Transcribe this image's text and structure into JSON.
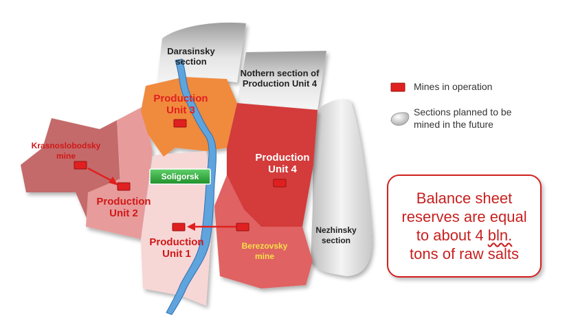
{
  "colors": {
    "mine_marker": "#e02020",
    "unit3": "#f08a3e",
    "unit4": "#d43a3a",
    "berezovsky": "#e06060",
    "unit1": "#f5d0d0",
    "unit2": "#e89a9a",
    "krasnoslobodsky": "#c06060",
    "future_section": "#d0d0d0",
    "soligorsk_label": "#2eab3a",
    "river": "#5fa4dc",
    "callout_border": "#d21f1f"
  },
  "map": {
    "regions": {
      "darasinsky": "Darasinsky\nsection",
      "northern": "Nothern section of\nProduction Unit 4",
      "unit3": "Production\nUnit 3",
      "unit4": "Production\nUnit 4",
      "unit2": "Production\nUnit 2",
      "unit1": "Production\nUnit 1",
      "krasnoslobodsky": "Krasnoslobodsky\nmine",
      "berezovsky": "Berezovsky\nmine",
      "nezhinsky": "Nezhinsky\nsection"
    },
    "city": "Soligorsk",
    "mine_icon": "mine-marker-icon",
    "arrows": [
      {
        "from": "Krasnoslobodsky mine",
        "to": "Production Unit 2"
      },
      {
        "from": "Berezovsky mine",
        "to": "Production Unit 1"
      }
    ]
  },
  "legend": {
    "mines": "Mines in operation",
    "future": "Sections planned to be\nmined in the future"
  },
  "callout": {
    "line1": "Balance sheet",
    "line2": "reserves are equal",
    "line3_prefix": "to about 4 ",
    "line3_bln": "bln.",
    "line4": "tons of raw salts"
  }
}
